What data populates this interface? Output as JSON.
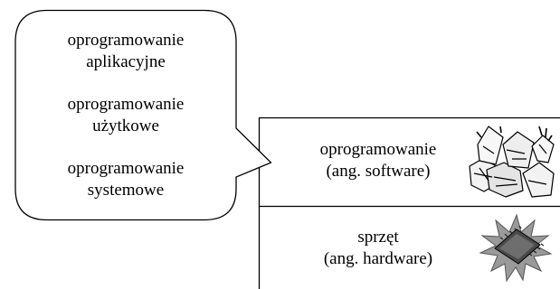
{
  "callout": {
    "items": [
      {
        "line1": "oprogramowanie",
        "line2": "aplikacyjne"
      },
      {
        "line1": "oprogramowanie",
        "line2": "użytkowe"
      },
      {
        "line1": "oprogramowanie",
        "line2": "systemowe"
      }
    ]
  },
  "layers": {
    "software": {
      "line1": "oprogramowanie",
      "line2": "(ang. software)",
      "icon": "paper-mess-icon"
    },
    "hardware": {
      "line1": "sprzęt",
      "line2": "(ang. hardware)",
      "icon": "microchip-icon"
    }
  },
  "colors": {
    "stroke": "#000000",
    "chip_body": "#4a4a4a",
    "chip_burst": "#9a9a9a",
    "paper": "#eeeeee"
  }
}
